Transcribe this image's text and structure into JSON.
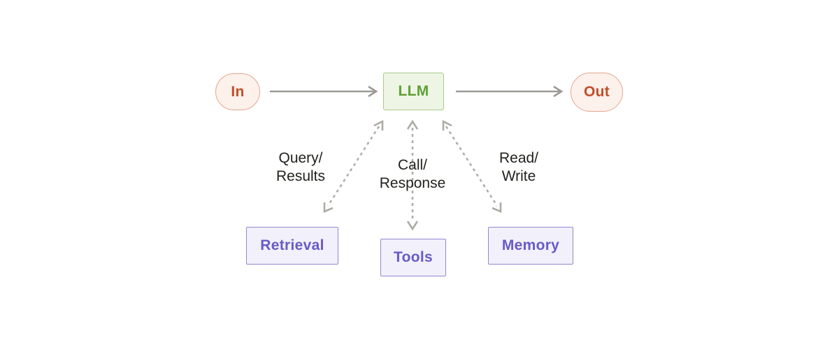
{
  "diagram": {
    "nodes": {
      "in": {
        "label": "In"
      },
      "llm": {
        "label": "LLM"
      },
      "out": {
        "label": "Out"
      },
      "retrieval": {
        "label": "Retrieval"
      },
      "tools": {
        "label": "Tools"
      },
      "memory": {
        "label": "Memory"
      }
    },
    "edge_labels": {
      "retrieval": [
        "Query/",
        "Results"
      ],
      "tools": [
        "Call/",
        "Response"
      ],
      "memory": [
        "Read/",
        "Write"
      ]
    },
    "edges": [
      {
        "from": "In",
        "to": "LLM",
        "style": "solid"
      },
      {
        "from": "LLM",
        "to": "Out",
        "style": "solid"
      },
      {
        "from": "LLM",
        "to": "Retrieval",
        "style": "dashed-bidirectional",
        "label": "Query/Results"
      },
      {
        "from": "LLM",
        "to": "Tools",
        "style": "dashed-bidirectional",
        "label": "Call/Response"
      },
      {
        "from": "LLM",
        "to": "Memory",
        "style": "dashed-bidirectional",
        "label": "Read/Write"
      }
    ],
    "colors": {
      "background": "#ffffff",
      "io_fill": "#fdf1ec",
      "io_border": "#e5a68f",
      "io_text": "#c04e27",
      "llm_fill": "#eef5e5",
      "llm_border": "#a9cb86",
      "llm_text": "#5d9f35",
      "component_fill": "#f2f0fa",
      "component_border": "#9287d3",
      "component_text": "#675bc8",
      "solid_arrow": "#9b9a96",
      "dashed_arrow": "#b0aea8",
      "label_text": "#22221e"
    }
  }
}
